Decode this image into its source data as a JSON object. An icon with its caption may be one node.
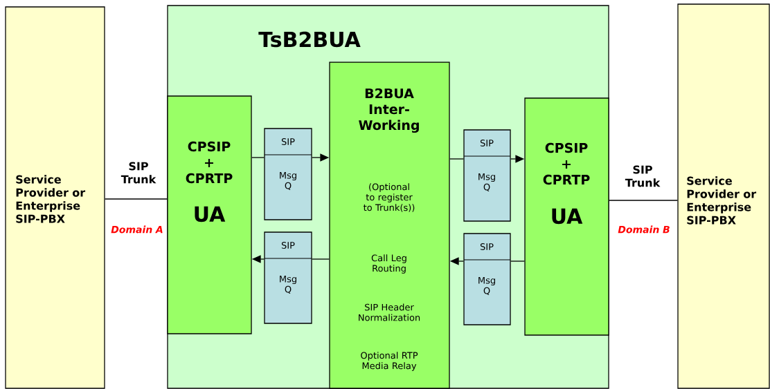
{
  "diagram": {
    "nodes": [
      {
        "text": [
          "Service Provider or Enterprise SIP-PBX"
        ]
      },
      {
        "text": [
          "TsB2BUA"
        ]
      },
      {
        "text": [
          "CPSIP + CPRTP",
          "UA"
        ],
        "in": 1
      },
      {
        "text": [
          "SIP",
          "Msg Q"
        ],
        "in": 1
      },
      {
        "text": [
          "SIP",
          "Msg Q"
        ],
        "in": 1
      },
      {
        "text": [
          "B2BUA Inter-Working",
          "(Optional to register to Trunk(s))",
          "Call Leg Routing",
          "SIP Header Normalization",
          "Optional RTP Media Relay"
        ],
        "in": 1
      },
      {
        "text": [
          "SIP",
          "Msg Q"
        ],
        "in": 1
      },
      {
        "text": [
          "SIP",
          "Msg Q"
        ],
        "in": 1
      },
      {
        "text": [
          "CPSIP + CPRTP",
          "UA"
        ],
        "in": 1
      },
      {
        "text": [
          "Service Provider or Enterprise SIP-PBX"
        ]
      }
    ],
    "edges": [
      {
        "from": 0,
        "to": 2,
        "arrow": "none",
        "label": "SIP Trunk"
      },
      {
        "from": 2,
        "to": 3,
        "arrow": "none"
      },
      {
        "from": 3,
        "to": 5,
        "arrow": "to"
      },
      {
        "from": 5,
        "to": 4,
        "arrow": "none"
      },
      {
        "from": 4,
        "to": 2,
        "arrow": "to"
      },
      {
        "from": 5,
        "to": 6,
        "arrow": "none"
      },
      {
        "from": 6,
        "to": 8,
        "arrow": "to"
      },
      {
        "from": 8,
        "to": 7,
        "arrow": "none"
      },
      {
        "from": 7,
        "to": 5,
        "arrow": "to"
      },
      {
        "from": 8,
        "to": 9,
        "arrow": "none",
        "label": "SIP Trunk"
      }
    ],
    "labels": [
      "Domain A",
      "Domain B"
    ]
  }
}
